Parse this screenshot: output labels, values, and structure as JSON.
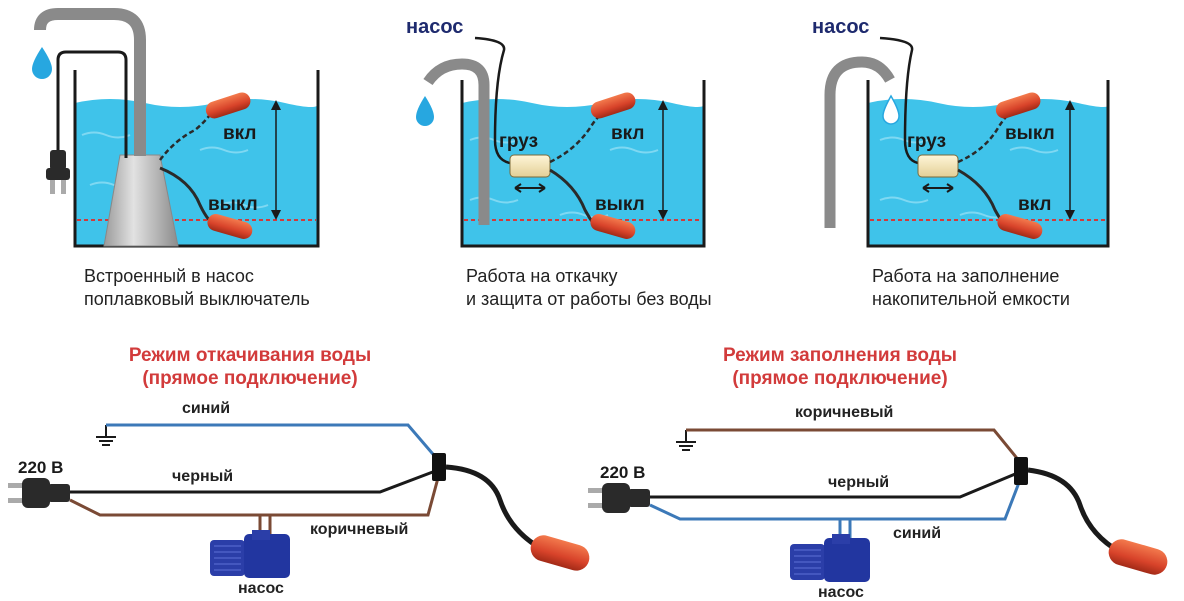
{
  "colors": {
    "water": "#3fc3ea",
    "water_dark": "#1aa6d6",
    "tank": "#1a1a1a",
    "pipe": "#8a8a8a",
    "float": "#e2452b",
    "drop": "#27a7e0",
    "wire_blue": "#3c79b8",
    "wire_black": "#1a1a1a",
    "wire_brown": "#7a4a35",
    "pump_blue": "#2b3ea8",
    "title_red": "#d23b3b",
    "label_navy": "#1e2a6e"
  },
  "panel1": {
    "on_label": "вкл",
    "off_label": "выкл",
    "caption_line1": "Встроенный в насос",
    "caption_line2": "поплавковый выключатель"
  },
  "panel2": {
    "pump_label": "насос",
    "weight_label": "груз",
    "on_label": "вкл",
    "off_label": "выкл",
    "caption_line1": "Работа на откачку",
    "caption_line2": "и защита от работы без воды"
  },
  "panel3": {
    "pump_label": "насос",
    "weight_label": "груз",
    "on_label": "выкл",
    "off_label": "вкл",
    "caption_line1": "Работа на заполнение",
    "caption_line2": "накопительной емкости"
  },
  "wiring_left": {
    "title_line1": "Режим откачивания воды",
    "title_line2": "(прямое подключение)",
    "voltage": "220 В",
    "wire_top": "синий",
    "wire_middle": "черный",
    "wire_bottom": "коричневый",
    "pump_label": "насос"
  },
  "wiring_right": {
    "title_line1": "Режим заполнения воды",
    "title_line2": "(прямое подключение)",
    "voltage": "220 В",
    "wire_top": "коричневый",
    "wire_middle": "черный",
    "wire_bottom": "синий",
    "pump_label": "насос"
  }
}
